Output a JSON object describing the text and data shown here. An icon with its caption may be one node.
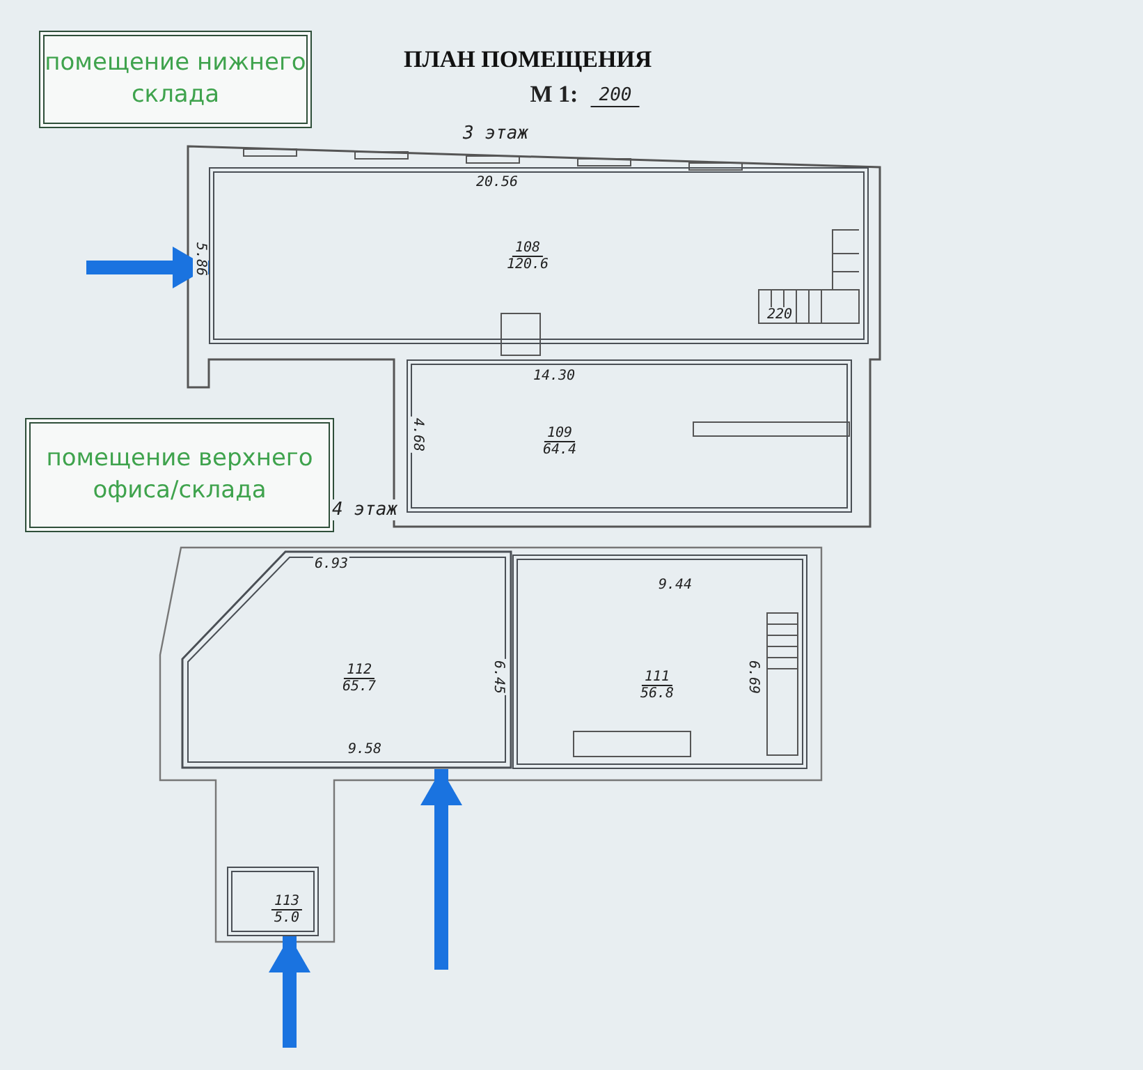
{
  "diagram": {
    "title": "ПЛАН ПОМЕЩЕНИЯ",
    "nodes": [
      {
        "text": [
          "помещение нижнего склада"
        ]
      },
      {
        "text": [
          "108",
          "120.6"
        ]
      },
      {
        "text": [
          "109",
          "64.4"
        ]
      },
      {
        "text": [
          "помещение верхнего офиса/склада"
        ]
      },
      {
        "text": [
          "112",
          "65.7"
        ]
      },
      {
        "text": [
          "111",
          "56.8"
        ]
      },
      {
        "text": [
          "113",
          "5.0"
        ]
      }
    ],
    "edges": [
      {
        "from": null,
        "to": 1,
        "arrow": "to"
      },
      {
        "from": null,
        "to": 4,
        "arrow": "to"
      },
      {
        "from": null,
        "to": 6,
        "arrow": "to"
      }
    ],
    "labels": [
      "М 1:",
      "200",
      "3 этаж",
      "20.56",
      "5.86",
      "220",
      "14.30",
      "4.68",
      "4 этаж",
      "6.93",
      "9.44",
      "6.45",
      "6.69",
      "9.58"
    ]
  }
}
